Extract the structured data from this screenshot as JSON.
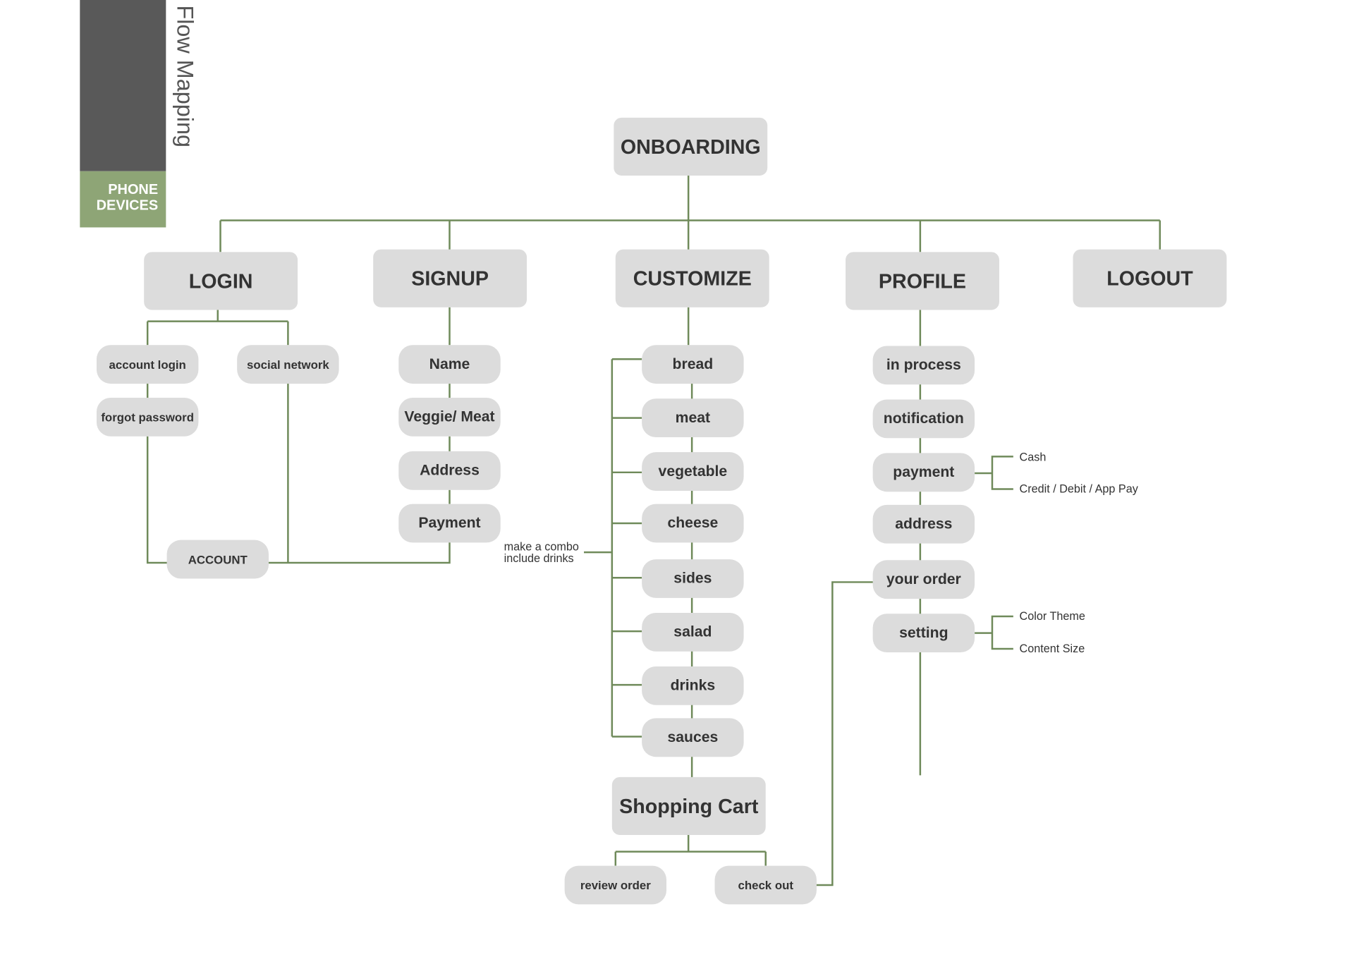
{
  "sidebar": {
    "title": "Flow Mapping",
    "category": "PHONE DEVICES",
    "colors": {
      "dark": "#595959",
      "green": "#8ea576",
      "line": "#6f8a5a"
    }
  },
  "root": "ONBOARDING",
  "sections": {
    "login": "LOGIN",
    "signup": "SIGNUP",
    "customize": "CUSTOMIZE",
    "profile": "PROFILE",
    "logout": "LOGOUT"
  },
  "login_items": {
    "account_login": "account login",
    "social_network": "social network",
    "forgot_password": "forgot password",
    "account": "ACCOUNT"
  },
  "signup_items": [
    "Name",
    "Veggie/ Meat",
    "Address",
    "Payment"
  ],
  "customize_items": [
    "bread",
    "meat",
    "vegetable",
    "cheese",
    "sides",
    "salad",
    "drinks",
    "sauces"
  ],
  "combo_note": {
    "line1": "make a combo",
    "line2": "include drinks"
  },
  "cart": {
    "label": "Shopping Cart",
    "review": "review order",
    "checkout": "check out"
  },
  "profile_items": [
    "in process",
    "notification",
    "payment",
    "address",
    "your order",
    "setting"
  ],
  "payment_options": [
    "Cash",
    "Credit / Debit / App Pay"
  ],
  "setting_options": [
    "Color Theme",
    "Content Size"
  ]
}
